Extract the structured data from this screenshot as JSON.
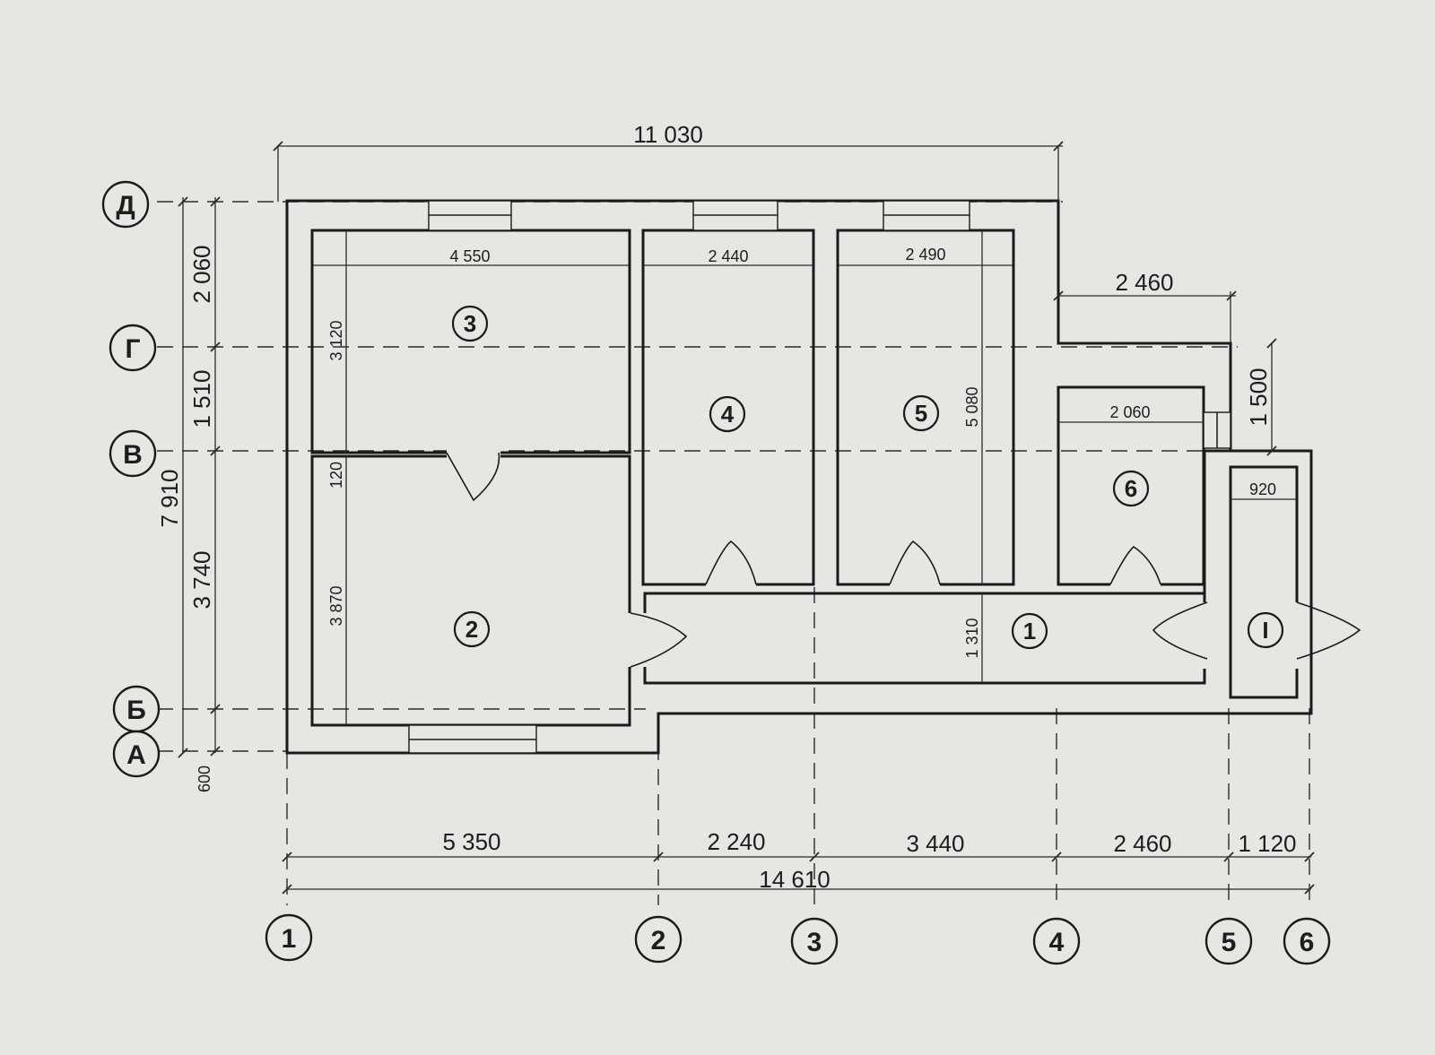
{
  "plan": {
    "row_axes": [
      "Д",
      "Г",
      "В",
      "Б",
      "А"
    ],
    "col_axes": [
      "1",
      "2",
      "3",
      "4",
      "5",
      "6"
    ],
    "overall_dims": {
      "top_width": "11 030",
      "right_wing": "2 460",
      "wing_height": "1 500",
      "total_width": "14 610",
      "total_height": "7 910",
      "offset_bottom": "600"
    },
    "left_dims": [
      "2 060",
      "1 510",
      "3 740"
    ],
    "bottom_dims": [
      "5 350",
      "2 240",
      "3 440",
      "2 460",
      "1 120"
    ],
    "rooms": [
      {
        "num": "3",
        "w": "4 550",
        "h": "3 120"
      },
      {
        "num": "2",
        "h": "3 870"
      },
      {
        "num": "4",
        "w": "2 440"
      },
      {
        "num": "5",
        "w": "2 490",
        "h": "5 080"
      },
      {
        "num": "6",
        "w": "2 060"
      },
      {
        "num": "1",
        "h": "1 310"
      },
      {
        "num": "I",
        "w": "920"
      }
    ],
    "misc": {
      "partition": "120"
    }
  }
}
